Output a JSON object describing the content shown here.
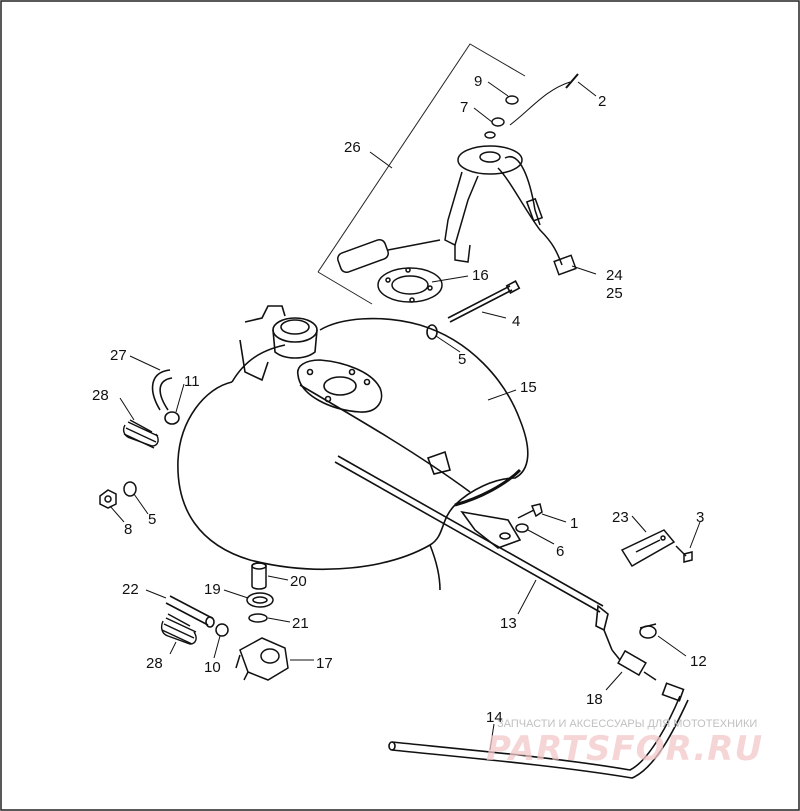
{
  "callouts": [
    {
      "id": "c2",
      "text": "2"
    },
    {
      "id": "c9",
      "text": "9"
    },
    {
      "id": "c7",
      "text": "7"
    },
    {
      "id": "c26",
      "text": "26"
    },
    {
      "id": "c16",
      "text": "16"
    },
    {
      "id": "c24",
      "text": "24"
    },
    {
      "id": "c25",
      "text": "25"
    },
    {
      "id": "c4",
      "text": "4"
    },
    {
      "id": "c5a",
      "text": "5"
    },
    {
      "id": "c27",
      "text": "27"
    },
    {
      "id": "c11",
      "text": "11"
    },
    {
      "id": "c28a",
      "text": "28"
    },
    {
      "id": "c15",
      "text": "15"
    },
    {
      "id": "c8",
      "text": "8"
    },
    {
      "id": "c5b",
      "text": "5"
    },
    {
      "id": "c1",
      "text": "1"
    },
    {
      "id": "c6",
      "text": "6"
    },
    {
      "id": "c23",
      "text": "23"
    },
    {
      "id": "c3",
      "text": "3"
    },
    {
      "id": "c22",
      "text": "22"
    },
    {
      "id": "c19",
      "text": "19"
    },
    {
      "id": "c20",
      "text": "20"
    },
    {
      "id": "c21",
      "text": "21"
    },
    {
      "id": "c28b",
      "text": "28"
    },
    {
      "id": "c10",
      "text": "10"
    },
    {
      "id": "c17",
      "text": "17"
    },
    {
      "id": "c13",
      "text": "13"
    },
    {
      "id": "c12",
      "text": "12"
    },
    {
      "id": "c18",
      "text": "18"
    },
    {
      "id": "c14",
      "text": "14"
    }
  ],
  "watermark": {
    "caption": "ЗАПЧАСТИ И АКСЕССУАРЫ ДЛЯ МОТОТЕХНИКИ",
    "logo": "PARTSFOR.RU"
  }
}
